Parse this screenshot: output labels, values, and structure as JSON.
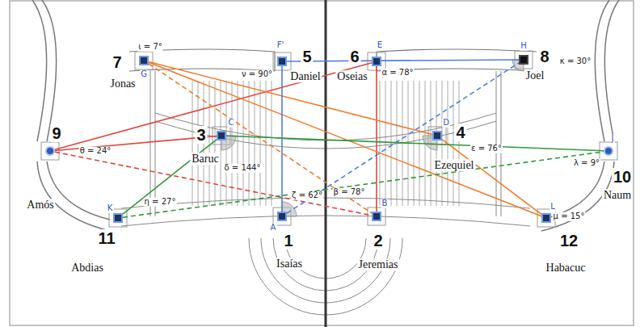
{
  "diagram": {
    "nodes": [
      {
        "text": [
          "1",
          "Isaías"
        ]
      },
      {
        "text": [
          "2",
          "Jeremias"
        ]
      },
      {
        "text": [
          "3",
          "Baruc"
        ]
      },
      {
        "text": [
          "4",
          "Ezequiel"
        ]
      },
      {
        "text": [
          "5",
          "Daniel"
        ]
      },
      {
        "text": [
          "6",
          "Oseias"
        ]
      },
      {
        "text": [
          "7",
          "Jonas"
        ]
      },
      {
        "text": [
          "8",
          "Joel"
        ]
      },
      {
        "text": [
          "9",
          "Amós"
        ]
      },
      {
        "text": [
          "10",
          "Naum"
        ]
      },
      {
        "text": [
          "11",
          "Abdias"
        ]
      },
      {
        "text": [
          "12",
          "Habacuc"
        ]
      }
    ],
    "edges": [
      {
        "from": 8,
        "to": 5,
        "arrow": "none"
      },
      {
        "from": 8,
        "to": 2,
        "arrow": "none"
      },
      {
        "from": 8,
        "to": 1,
        "arrow": "none"
      },
      {
        "from": 5,
        "to": 1,
        "arrow": "none"
      },
      {
        "from": 6,
        "to": 3,
        "arrow": "none"
      },
      {
        "from": 6,
        "to": 11,
        "arrow": "none"
      },
      {
        "from": 6,
        "to": 1,
        "arrow": "none"
      },
      {
        "from": 3,
        "to": 11,
        "arrow": "none"
      },
      {
        "from": 4,
        "to": 7,
        "arrow": "none"
      },
      {
        "from": 4,
        "to": 0,
        "arrow": "none"
      },
      {
        "from": 0,
        "to": 7,
        "arrow": "none"
      },
      {
        "from": 10,
        "to": 2,
        "arrow": "none"
      },
      {
        "from": 2,
        "to": 9,
        "arrow": "none"
      },
      {
        "from": 10,
        "to": 9,
        "arrow": "none"
      }
    ],
    "labels": [
      "ι = 7°",
      "G",
      "F'",
      "ν = 90°",
      "E",
      "α = 78°",
      "H",
      "κ = 30°",
      "C",
      "δ = 144°",
      "D",
      "ε = 76°",
      "θ = 24°",
      "J",
      "λ = 9°",
      "K",
      "η = 27°",
      "A",
      "ζ = 62°",
      "B",
      "β = 78°",
      "L",
      "μ = 15°"
    ]
  }
}
